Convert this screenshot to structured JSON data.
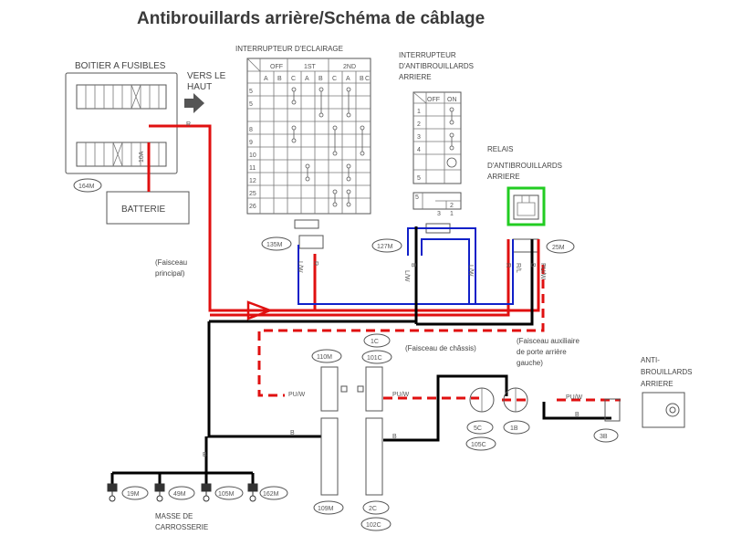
{
  "title": "Antibrouillards arrière/Schéma de câblage",
  "fuse_box": {
    "label": "BOITIER A FUSIBLES",
    "fuse": "10A",
    "ref": "164M"
  },
  "direction": {
    "line1": "VERS LE",
    "line2": "HAUT"
  },
  "battery": {
    "label": "BATTERIE"
  },
  "lighting_switch": {
    "label": "INTERRUPTEUR D'ECLAIRAGE",
    "positions": [
      "OFF",
      "1ST",
      "2ND"
    ],
    "columns": [
      "A",
      "B",
      "C",
      "A",
      "B",
      "C",
      "A",
      "B",
      "C"
    ],
    "rows": [
      "5",
      "5",
      "8",
      "9",
      "10",
      "11",
      "12",
      "25",
      "26"
    ],
    "ref": "135M"
  },
  "fog_switch": {
    "line1": "INTERRUPTEUR",
    "line2": "D'ANTIBROUILLARDS",
    "line3": "ARRIERE",
    "cols": [
      "OFF",
      "ON"
    ],
    "rows": [
      "1",
      "2",
      "3",
      "4",
      "5"
    ],
    "connector": [
      "5",
      "2",
      "3",
      "1"
    ],
    "ref": "127M"
  },
  "relay": {
    "line1": "RELAIS",
    "line2": "D'ANTIBROUILLARDS",
    "line3": "ARRIERE",
    "ref": "25M"
  },
  "harness": {
    "main1": "(Faisceau",
    "main2": "principal)",
    "chassis": "(Faisceau de châssis)",
    "aux1": "(Faisceau auxiliaire",
    "aux2": "de porte arrière",
    "aux3": "gauche)"
  },
  "wires": {
    "R": "R",
    "LW": "L/W",
    "B": "B",
    "PUW": "PU/W",
    "RL": "R/L",
    "RLs": "R/L"
  },
  "connectors": {
    "c110M": "110M",
    "c1C": "1C",
    "c101C": "101C",
    "c109M": "109M",
    "c2C": "2C",
    "c102C": "102C",
    "c5C": "5C",
    "c105C": "105C",
    "c1B": "1B",
    "c3B": "3B"
  },
  "rear_fog": {
    "line1": "ANTI-",
    "line2": "BROUILLARDS",
    "line3": "ARRIERE"
  },
  "ground": {
    "refs": [
      "19M",
      "49M",
      "105M",
      "162M"
    ],
    "line1": "MASSE DE",
    "line2": "CARROSSERIE"
  }
}
